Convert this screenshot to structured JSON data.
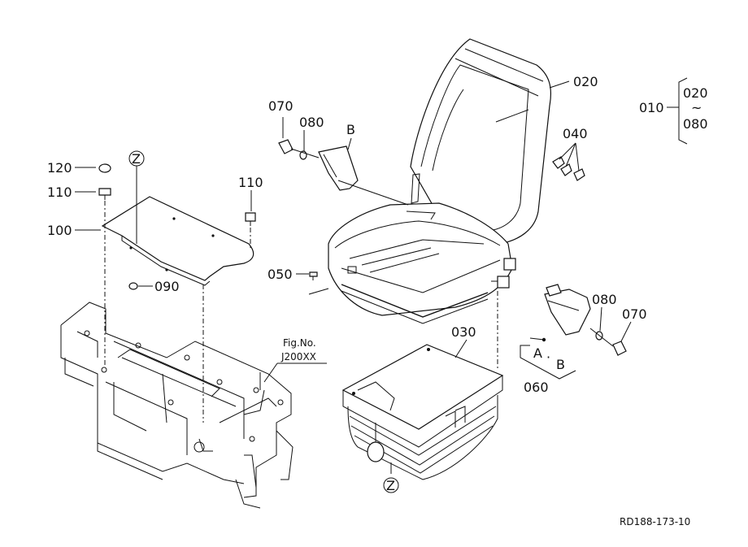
{
  "labels": {
    "p120": "120",
    "p110_left": "110",
    "p100": "100",
    "p090": "090",
    "p110_right": "110",
    "p070_top": "070",
    "p080_top": "080",
    "p_b_top": "B",
    "p020": "020",
    "p010": "010",
    "range_start": "020",
    "range_tilde": "~",
    "range_end": "080",
    "p040": "040",
    "p050": "050",
    "p030": "030",
    "p080_right": "080",
    "p070_right": "070",
    "p_a": "A",
    "p_dot": "·",
    "p_b_group": "B",
    "p060": "060",
    "z_top": "Z",
    "z_bottom": "Z",
    "fig_label": "Fig.No.",
    "fig_number": "J200XX",
    "drawing_code": "RD188-173-10"
  }
}
